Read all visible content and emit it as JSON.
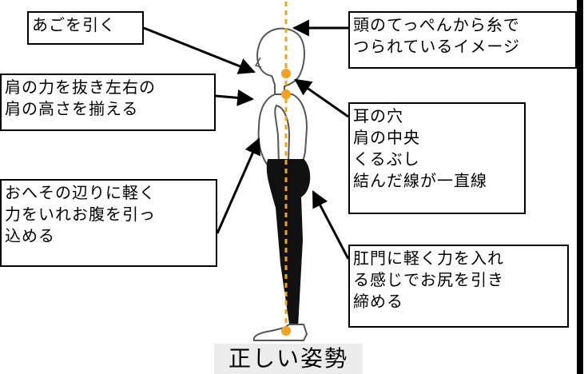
{
  "labels": {
    "chin": "あごを引く",
    "string": [
      "頭のてっぺんから糸で",
      "つられているイメージ"
    ],
    "shoulders": [
      "肩の力を抜き左右の",
      "肩の高さを揃える"
    ],
    "alignment": [
      "耳の穴",
      "肩の中央",
      "くるぶし",
      "結んだ線が一直線"
    ],
    "belly": [
      "おへその辺りに軽く",
      "力をいれお腹を引っ",
      "込める"
    ],
    "hips": [
      "肛門に軽く力を入れ",
      "る感じでお尻を引き",
      "締める"
    ]
  },
  "caption": "正しい姿勢",
  "colors": {
    "guide_line": "#f5a020",
    "figure": "#111111",
    "outline": "#555555"
  }
}
